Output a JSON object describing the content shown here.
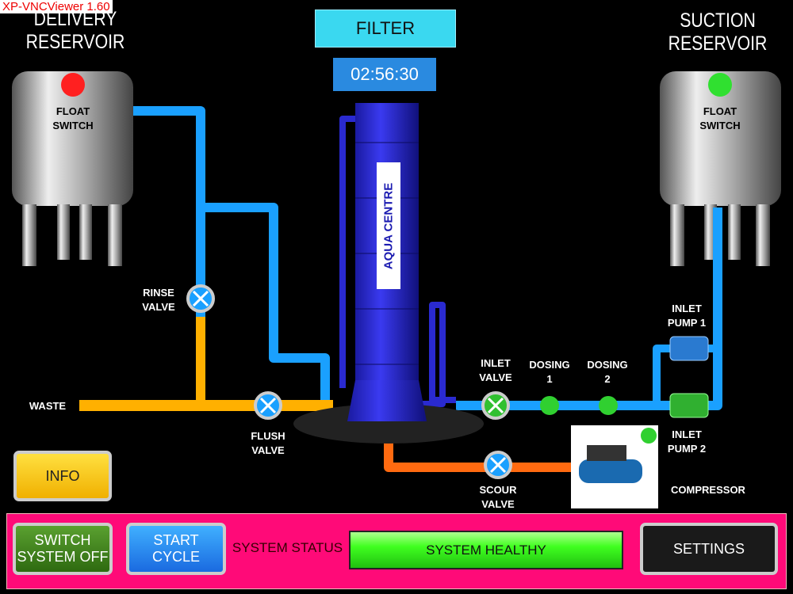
{
  "vnc_title": "XP-VNCViewer 1.60",
  "delivery": {
    "title_line1": "DELIVERY",
    "title_line2": "RESERVOIR",
    "switch_label_1": "FLOAT",
    "switch_label_2": "SWITCH",
    "status_color": "#ff2020"
  },
  "suction": {
    "title_line1": "SUCTION",
    "title_line2": "RESERVOIR",
    "switch_label_1": "FLOAT",
    "switch_label_2": "SWITCH",
    "status_color": "#30e030"
  },
  "mode": "FILTER",
  "timer": "02:56:30",
  "column_label": "AQUA CENTRE",
  "labels": {
    "rinse_1": "RINSE",
    "rinse_2": "VALVE",
    "waste": "WASTE",
    "flush_1": "FLUSH",
    "flush_2": "VALVE",
    "inlet_1": "INLET",
    "inlet_2": "VALVE",
    "dosing1_1": "DOSING",
    "dosing1_2": "1",
    "dosing2_1": "DOSING",
    "dosing2_2": "2",
    "pump1_1": "INLET",
    "pump1_2": "PUMP 1",
    "pump2_1": "INLET",
    "pump2_2": "PUMP 2",
    "scour_1": "SCOUR",
    "scour_2": "VALVE",
    "compressor": "COMPRESSOR"
  },
  "info_button": "INFO",
  "bottom": {
    "switch_off_1": "SWITCH",
    "switch_off_2": "SYSTEM OFF",
    "start_1": "START",
    "start_2": "CYCLE",
    "status_label": "SYSTEM STATUS",
    "status_value": "SYSTEM HEALTHY",
    "settings": "SETTINGS"
  },
  "colors": {
    "bar": "#ff0a78",
    "water": "#1aa0ff",
    "waste": "#ffb000",
    "air": "#ff6a10",
    "status_ok": "#40ff20"
  }
}
